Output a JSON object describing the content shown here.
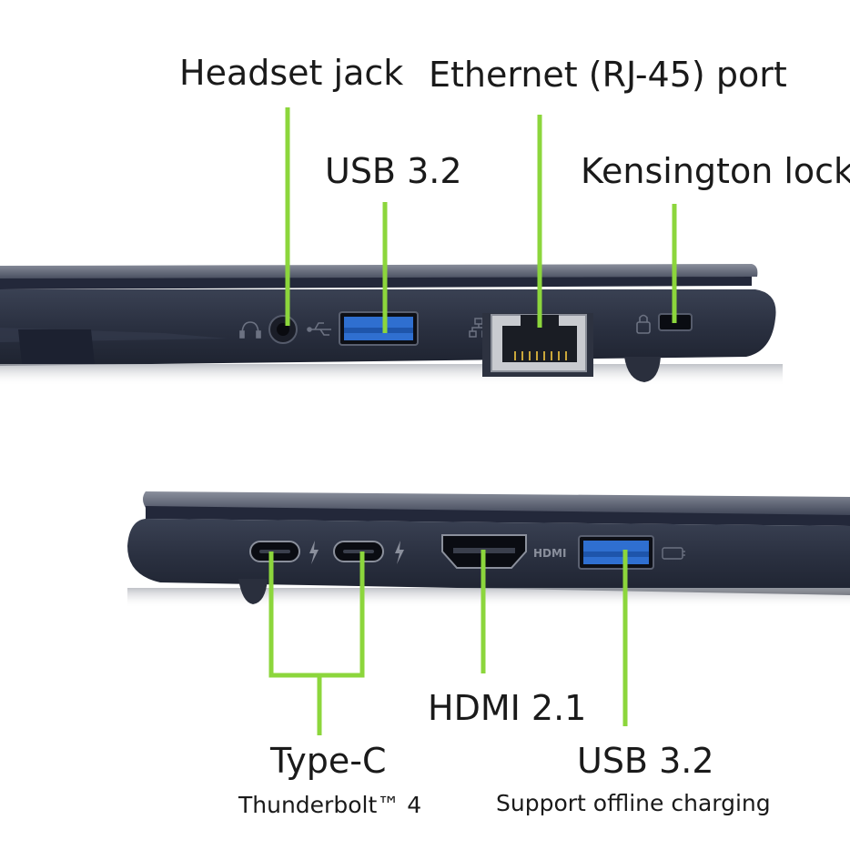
{
  "labels": {
    "headset_jack": "Headset jack",
    "ethernet_port": "Ethernet (RJ-45) port",
    "usb_top": "USB 3.2",
    "kensington_lock": "Kensington lock",
    "hdmi": "HDMI 2.1",
    "type_c": "Type-C",
    "thunderbolt": "Thunderbolt™ 4",
    "usb_bottom": "USB 3.2",
    "usb_bottom_note": "Support offline charging"
  },
  "colors": {
    "callout_line": "#8cd63c",
    "chassis": "#2b3142",
    "chassis_light": "#4a5163",
    "usb_port_blue": "#2f6fd0",
    "text": "#1a1a1a"
  },
  "icons": {
    "headset": "headset-icon",
    "usb": "usb-trident-icon",
    "network": "network-icon",
    "lock": "lock-icon",
    "thunderbolt": "thunderbolt-icon",
    "hdmi": "hdmi-logo",
    "usb_charge": "usb-charging-icon"
  }
}
